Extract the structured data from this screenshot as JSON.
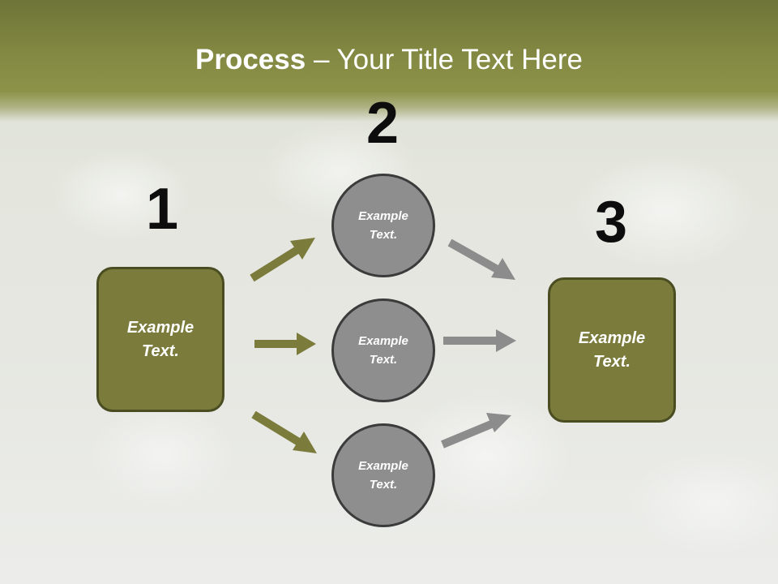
{
  "title": {
    "bold": "Process",
    "rest": " – Your Title Text Here"
  },
  "steps": [
    {
      "number": "1",
      "text": "Example Text."
    },
    {
      "number": "2",
      "text": [
        "Example Text.",
        "Example Text.",
        "Example Text."
      ]
    },
    {
      "number": "3",
      "text": "Example Text."
    }
  ],
  "colors": {
    "header": "#838942",
    "box_fill": "#7b7b3b",
    "circle_fill": "#8e8e8e",
    "arrow_green": "#7b7b3b",
    "arrow_gray": "#8c8c8c"
  }
}
